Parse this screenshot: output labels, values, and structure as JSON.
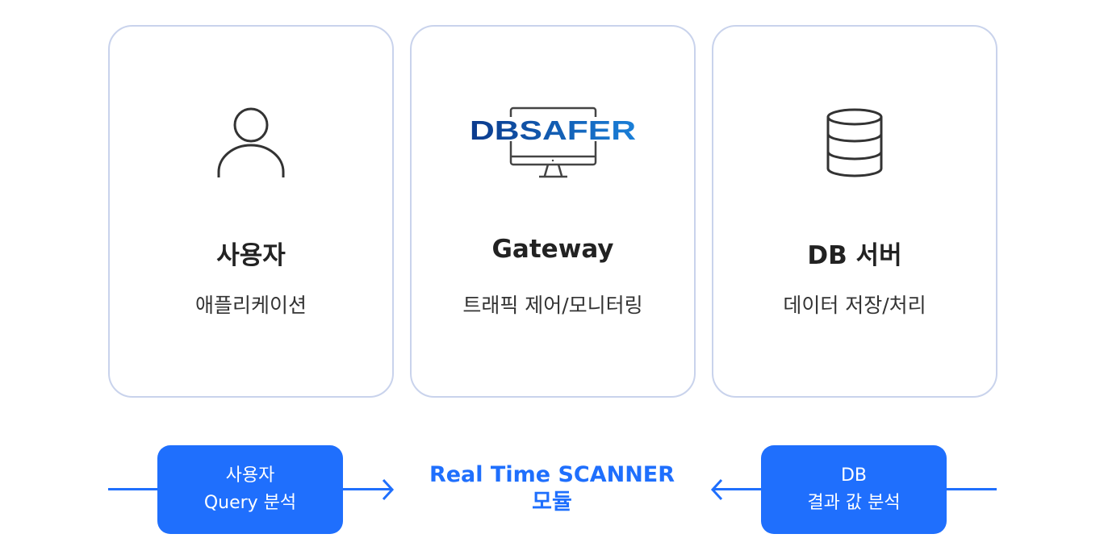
{
  "cards": [
    {
      "title": "사용자",
      "subtitle": "애플리케이션",
      "icon": "user-icon"
    },
    {
      "title": "Gateway",
      "subtitle": "트래픽 제어/모니터링",
      "icon": "dbsafer-monitor-logo",
      "logo_text": "DBSAFER"
    },
    {
      "title": "DB 서버",
      "subtitle": "데이터 저장/처리",
      "icon": "database-icon"
    }
  ],
  "flow": {
    "left_box": {
      "line1": "사용자",
      "line2": "Query 분석"
    },
    "center": {
      "line1": "Real Time SCANNER",
      "line2": "모듈"
    },
    "right_box": {
      "line1": "DB",
      "line2": "결과 값 분석"
    }
  },
  "colors": {
    "accent": "#1f6ffd",
    "card_border": "#c9d3ec",
    "logo_dark": "#0b3a8c",
    "logo_light": "#1a7fd8"
  }
}
